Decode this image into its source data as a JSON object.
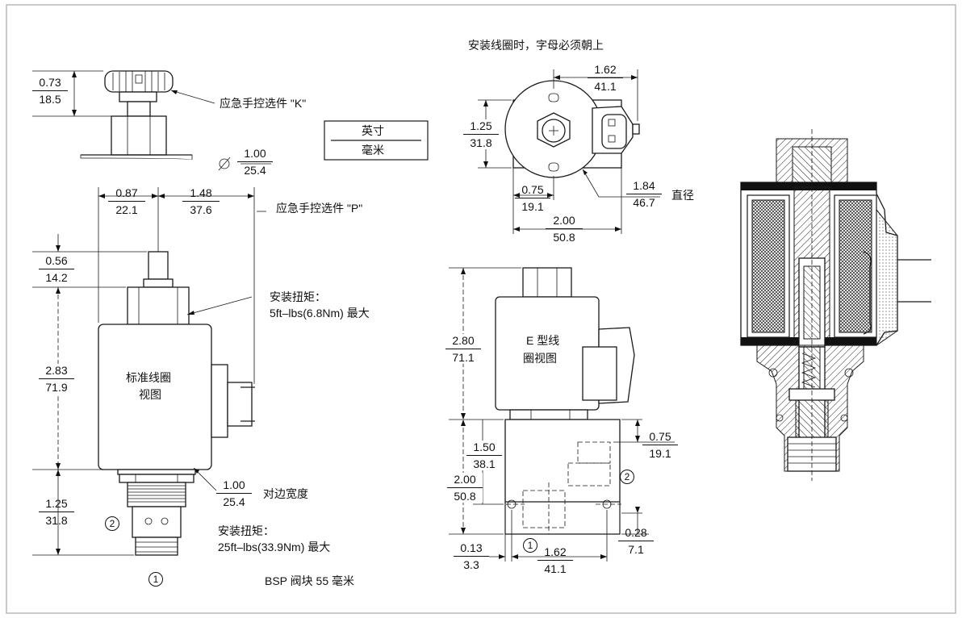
{
  "labels": {
    "manual_k": "应急手控选件 \"K\"",
    "manual_p": "应急手控选件 \"P\"",
    "legend_inch": "英寸",
    "legend_mm": "毫米",
    "install_coil_note": "安装线圈时，字母必须朝上",
    "diameter": "直径",
    "torque_coil_title": "安装扭矩：",
    "torque_coil_value": "5ft–lbs(6.8Nm) 最大",
    "std_coil_view_l1": "标准线圈",
    "std_coil_view_l2": "视图",
    "e_coil_view_l1": "E 型线",
    "e_coil_view_l2": "圈视图",
    "across_flats": "对边宽度",
    "torque_cart_title": "安装扭矩：",
    "torque_cart_value": "25ft–lbs(33.9Nm) 最大",
    "bsp_block": "BSP 阀块 55 毫米",
    "diameter_symbol": "∅",
    "port1": "1",
    "port2": "2"
  },
  "dims": {
    "k_height": [
      "0.73",
      "18.5"
    ],
    "k_dia": [
      "1.00",
      "25.4"
    ],
    "d087": [
      "0.87",
      "22.1"
    ],
    "d148": [
      "1.48",
      "37.6"
    ],
    "d056": [
      "0.56",
      "14.2"
    ],
    "d283": [
      "2.83",
      "71.9"
    ],
    "d125_left": [
      "1.25",
      "31.8"
    ],
    "d100": [
      "1.00",
      "25.4"
    ],
    "top_162": [
      "1.62",
      "41.1"
    ],
    "top_125": [
      "1.25",
      "31.8"
    ],
    "top_075": [
      "0.75",
      "19.1"
    ],
    "top_200": [
      "2.00",
      "50.8"
    ],
    "top_184": [
      "1.84",
      "46.7"
    ],
    "e_280": [
      "2.80",
      "71.1"
    ],
    "e_150": [
      "1.50",
      "38.1"
    ],
    "e_200": [
      "2.00",
      "50.8"
    ],
    "e_013": [
      "0.13",
      "3.3"
    ],
    "e_162": [
      "1.62",
      "41.1"
    ],
    "e_075": [
      "0.75",
      "19.1"
    ],
    "e_028": [
      "0.28",
      "7.1"
    ]
  }
}
